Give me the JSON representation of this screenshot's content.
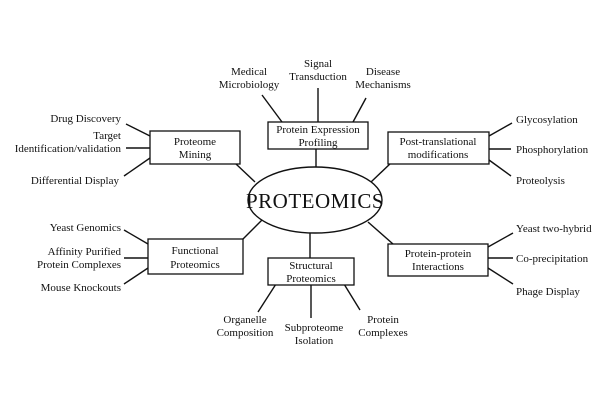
{
  "center": {
    "label": "PROTEOMICS"
  },
  "branches": {
    "proteome_mining": {
      "label": [
        "Proteome",
        "Mining"
      ],
      "leaves": [
        [
          "Drug Discovery"
        ],
        [
          "Target",
          "Identification/validation"
        ],
        [
          "Differential Display"
        ]
      ]
    },
    "protein_expression_profiling": {
      "label": [
        "Protein Expression",
        "Profiling"
      ],
      "leaves": [
        [
          "Medical",
          "Microbiology"
        ],
        [
          "Signal",
          "Transduction"
        ],
        [
          "Disease",
          "Mechanisms"
        ]
      ]
    },
    "post_translational_modifications": {
      "label": [
        "Post-translational",
        "modifications"
      ],
      "leaves": [
        [
          "Glycosylation"
        ],
        [
          "Phosphorylation"
        ],
        [
          "Proteolysis"
        ]
      ]
    },
    "functional_proteomics": {
      "label": [
        "Functional",
        "Proteomics"
      ],
      "leaves": [
        [
          "Yeast Genomics"
        ],
        [
          "Affinity Purified",
          "Protein Complexes"
        ],
        [
          "Mouse Knockouts"
        ]
      ]
    },
    "structural_proteomics": {
      "label": [
        "Structural",
        "Proteomics"
      ],
      "leaves": [
        [
          "Organelle",
          "Composition"
        ],
        [
          "Subproteome",
          "Isolation"
        ],
        [
          "Protein",
          "Complexes"
        ]
      ]
    },
    "protein_protein_interactions": {
      "label": [
        "Protein-protein",
        "Interactions"
      ],
      "leaves": [
        [
          "Yeast two-hybrid"
        ],
        [
          "Co-precipitation"
        ],
        [
          "Phage Display"
        ]
      ]
    }
  }
}
